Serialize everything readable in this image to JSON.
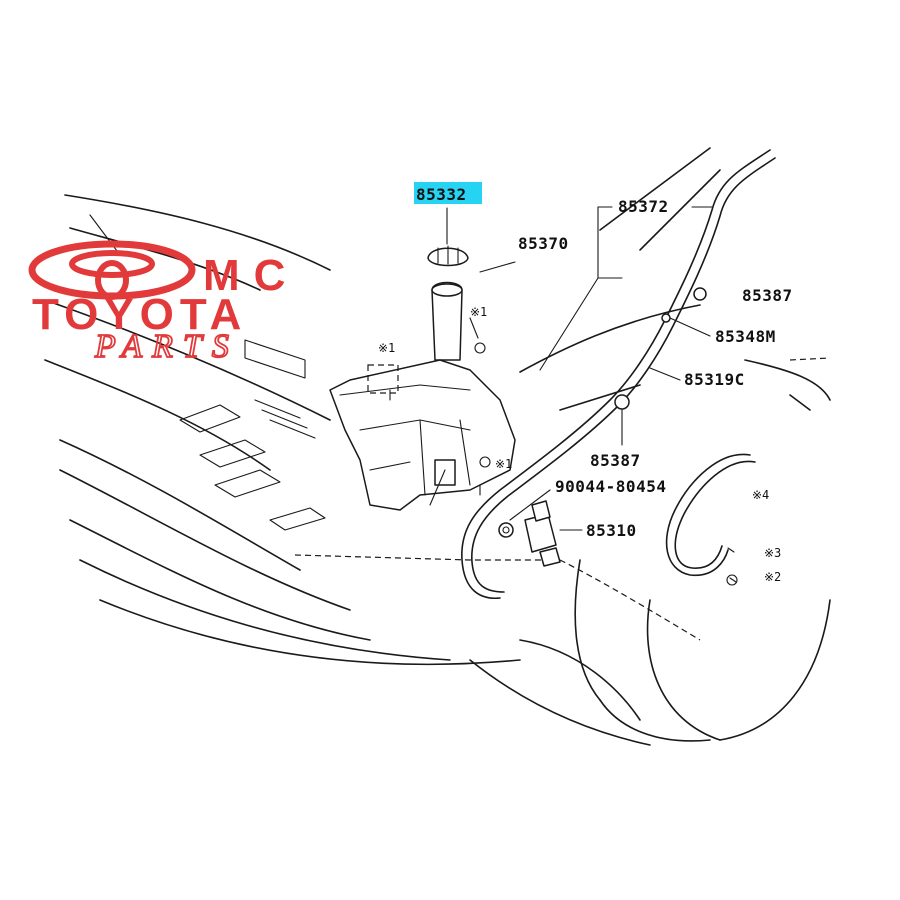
{
  "logo": {
    "line1": "MC",
    "line2": "TOYOTA",
    "line3": "PARTS",
    "color": "#e23a3a"
  },
  "highlight_color": "#27d3f2",
  "part_labels": {
    "p85332": "85332",
    "p85370": "85370",
    "p85372": "85372",
    "p85387_top": "85387",
    "p85348m": "85348M",
    "p85319c": "85319C",
    "p85387_bottom": "85387",
    "p90044": "90044-80454",
    "p85310": "85310"
  },
  "callouts": {
    "note1_a": "※1",
    "note1_b": "※1",
    "note1_c": "※1",
    "note2": "※2",
    "note3": "※3",
    "note4": "※4"
  }
}
